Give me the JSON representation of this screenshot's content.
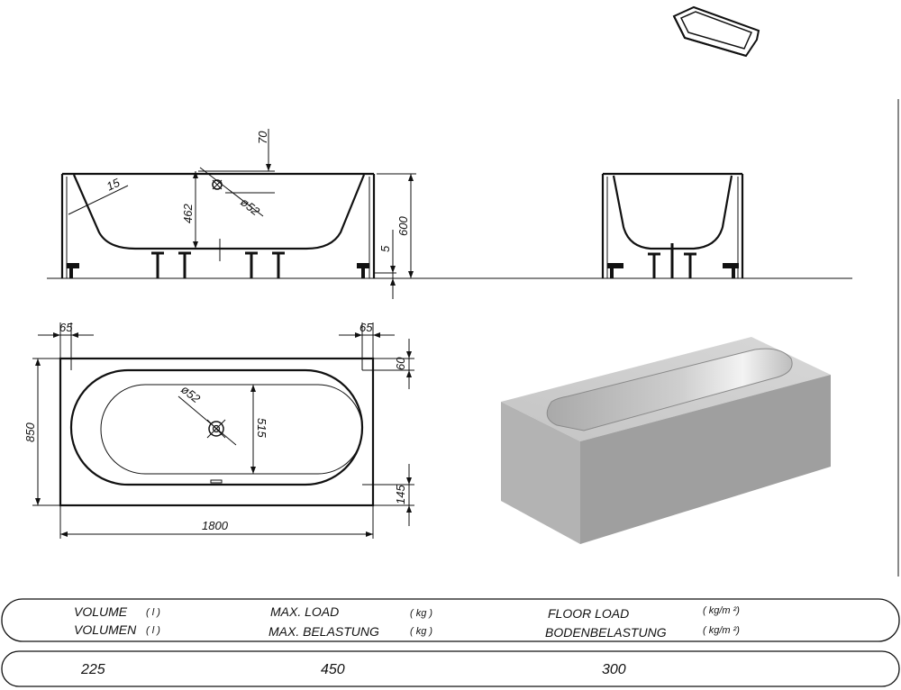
{
  "dimensions": {
    "d15": "15",
    "d70": "70",
    "d462": "462",
    "d52_side": "ø52",
    "d600": "600",
    "d5": "5",
    "d65_left": "65",
    "d65_right": "65",
    "d60": "60",
    "d850": "850",
    "d52_top": "ø52",
    "d515": "515",
    "d145": "145",
    "d1800": "1800"
  },
  "specs": {
    "volume_en": "VOLUME",
    "volume_de": "VOLUMEN",
    "volume_unit": "( l )",
    "load_en": "MAX. LOAD",
    "load_de": "MAX. BELASTUNG",
    "load_unit": "( kg )",
    "floor_en": "FLOOR LOAD",
    "floor_de": "BODENBELASTUNG",
    "floor_unit": "( kg/m ²)"
  },
  "values": {
    "volume": "225",
    "max_load": "450",
    "floor_load": "300"
  },
  "colors": {
    "line": "#111111",
    "tub_shade_front": "#b5b5b5",
    "tub_shade_top": "#cfcfcf",
    "tub_shade_side": "#9c9c9c"
  }
}
